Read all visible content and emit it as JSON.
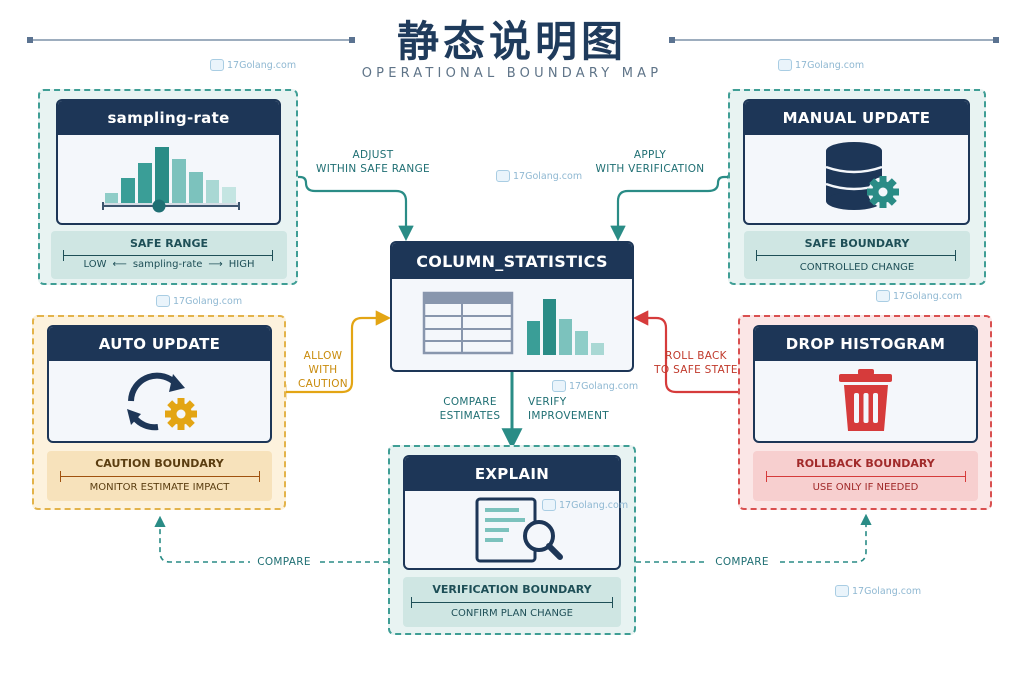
{
  "header": {
    "title": "静态说明图",
    "subtitle": "OPERATIONAL BOUNDARY MAP"
  },
  "watermark": "17Golang.com",
  "nodes": {
    "sampling_rate": {
      "title": "sampling-rate",
      "footer_title": "SAFE RANGE",
      "footer_low": "LOW",
      "footer_mid": "sampling-rate",
      "footer_high": "HIGH",
      "icon": "histogram-slider-icon"
    },
    "manual_update": {
      "title": "MANUAL UPDATE",
      "footer_title": "SAFE BOUNDARY",
      "footer_sub": "CONTROLLED CHANGE",
      "icon": "database-gear-icon"
    },
    "column_statistics": {
      "title": "COLUMN_STATISTICS",
      "icon": "table-chart-icon"
    },
    "auto_update": {
      "title": "AUTO UPDATE",
      "footer_title": "CAUTION BOUNDARY",
      "footer_sub": "MONITOR ESTIMATE IMPACT",
      "icon": "refresh-gear-icon"
    },
    "drop_histogram": {
      "title": "DROP HISTOGRAM",
      "footer_title": "ROLLBACK BOUNDARY",
      "footer_sub": "USE ONLY IF NEEDED",
      "icon": "trash-icon"
    },
    "explain": {
      "title": "EXPLAIN",
      "footer_title": "VERIFICATION BOUNDARY",
      "footer_sub": "CONFIRM PLAN CHANGE",
      "icon": "document-search-icon"
    }
  },
  "edges": {
    "adjust": [
      "ADJUST",
      "WITHIN SAFE RANGE"
    ],
    "apply": [
      "APPLY",
      "WITH VERIFICATION"
    ],
    "allow": [
      "ALLOW",
      "WITH CAUTION"
    ],
    "rollback": [
      "ROLL BACK",
      "TO SAFE STATE"
    ],
    "compare_estimates": [
      "COMPARE",
      "ESTIMATES"
    ],
    "verify": [
      "VERIFY",
      "IMPROVEMENT"
    ],
    "compare_left": "COMPARE",
    "compare_right": "COMPARE"
  },
  "colors": {
    "navy": "#1d3657",
    "teal": "#2a8c86",
    "amber": "#e3a514",
    "red": "#d63b3b"
  }
}
